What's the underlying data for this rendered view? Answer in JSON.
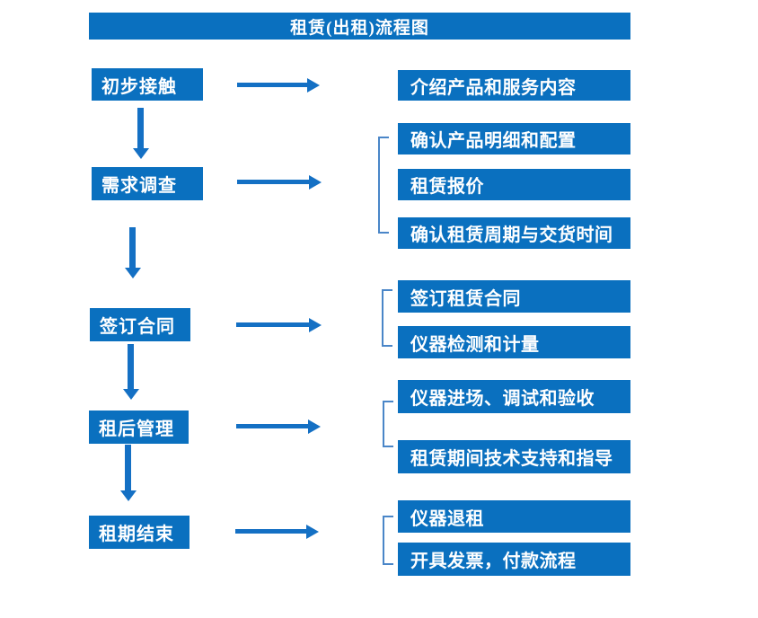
{
  "title": "租赁(出租)流程图",
  "colors": {
    "box-blue": "#0a70bf",
    "arrow-blue": "#1470c4",
    "bracket-blue": "#4a86c8",
    "text-white": "#ffffff",
    "background": "#ffffff"
  },
  "stages": [
    {
      "label": "初步接触",
      "outputs": [
        "介绍产品和服务内容"
      ]
    },
    {
      "label": "需求调查",
      "outputs": [
        "确认产品明细和配置",
        "租赁报价",
        "确认租赁周期与交货时间"
      ]
    },
    {
      "label": "签订合同",
      "outputs": [
        "签订租赁合同",
        "仪器检测和计量"
      ]
    },
    {
      "label": "租后管理",
      "outputs": [
        "仪器进场、调试和验收",
        "租赁期间技术支持和指导"
      ]
    },
    {
      "label": "租期结束",
      "outputs": [
        "仪器退租",
        "开具发票，付款流程"
      ]
    }
  ]
}
